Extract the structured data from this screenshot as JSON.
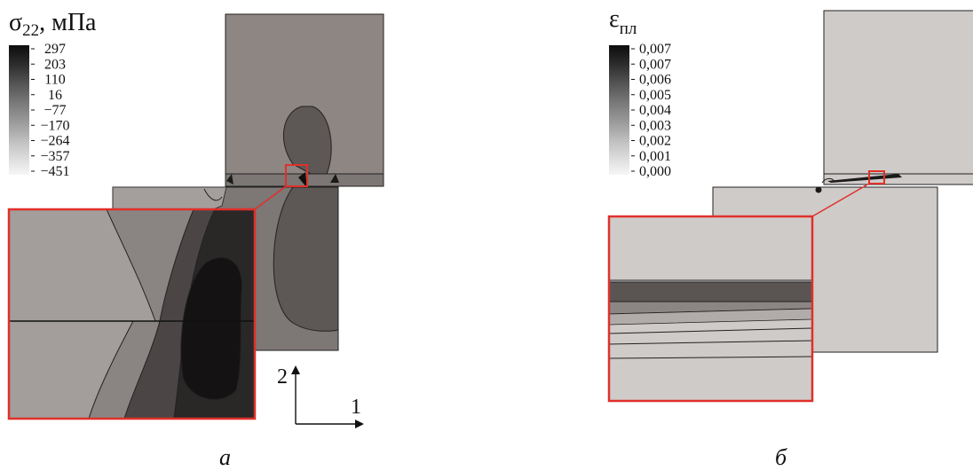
{
  "panel_a": {
    "legend_title": "σ",
    "legend_subscript": "22",
    "legend_unit": ", мПа",
    "legend_values": [
      "297",
      "203",
      "110",
      "16",
      "−77",
      "−170",
      "−264",
      "−357",
      "−451"
    ],
    "axis_y_label": "2",
    "axis_x_label": "1",
    "caption": "а"
  },
  "panel_b": {
    "legend_title": "ε",
    "legend_subscript": "пл",
    "legend_values": [
      "0,007",
      "0,007",
      "0,006",
      "0,005",
      "0,004",
      "0,003",
      "0,002",
      "0,001",
      "0,000"
    ],
    "caption": "б"
  },
  "colors": {
    "zoom_frame": "#e0302a",
    "legend_dark": "#0d0d0d",
    "legend_light": "#f3f3f3",
    "contour_line": "#1a1a1a"
  }
}
